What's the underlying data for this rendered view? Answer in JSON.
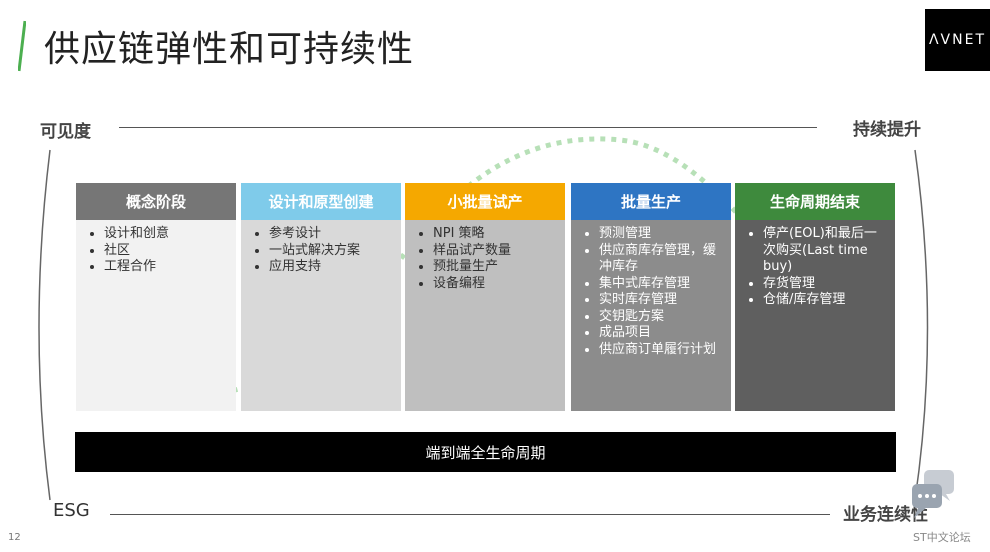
{
  "slide": {
    "title": "供应链弹性和可持续性",
    "logo": "ΛVNET",
    "page_number": "12"
  },
  "labels": {
    "top_left": "可见度",
    "top_right": "持续提升",
    "bottom_left": "ESG",
    "bottom_right": "业务连续性"
  },
  "columns": [
    {
      "title": "概念阶段",
      "header_color": "#767676",
      "body_color": "#f2f2f2",
      "text_color": "#333333",
      "items": [
        "设计和创意",
        "社区",
        "工程合作"
      ]
    },
    {
      "title": "设计和原型创建",
      "header_color": "#7fcbea",
      "body_color": "#d9d9d9",
      "text_color": "#333333",
      "items": [
        "参考设计",
        "一站式解决方案",
        "应用支持"
      ]
    },
    {
      "title": "小批量试产",
      "header_color": "#f5a800",
      "body_color": "#bfbfbf",
      "text_color": "#333333",
      "items": [
        "NPI 策略",
        "样品试产数量",
        "预批量生产",
        "设备编程"
      ]
    },
    {
      "title": "批量生产",
      "header_color": "#2e75c3",
      "body_color": "#8c8c8c",
      "text_color": "#ffffff",
      "items": [
        "预测管理",
        "供应商库存管理，缓冲库存",
        "集中式库存管理",
        "实时库存管理",
        "交钥匙方案",
        "成品项目",
        "供应商订单履行计划"
      ]
    },
    {
      "title": "生命周期结束",
      "header_color": "#3e8a3d",
      "body_color": "#5f5f5f",
      "text_color": "#ffffff",
      "items": [
        "停产(EOL)和最后一次购买(Last time buy)",
        "存货管理",
        "仓储/库存管理"
      ]
    }
  ],
  "bottom_bar": "端到端全生命周期",
  "watermark": {
    "text": "ST中文论坛",
    "icon": "chat-bubbles-icon"
  },
  "colors": {
    "accent_green": "#4caf50",
    "curve": "#b7e0b7"
  }
}
